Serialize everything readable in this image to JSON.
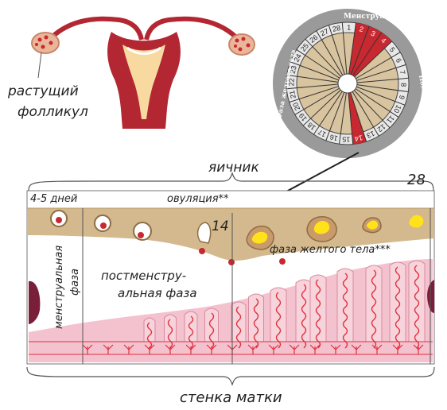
{
  "labels": {
    "follicle": [
      "растущий",
      "фолликул"
    ],
    "ovary": "яичник",
    "cycle_day": "28",
    "days": "4-5 дней",
    "ovulation": "овуляция**",
    "ovulation_day": "14",
    "corpus_luteum_phase": "фаза желтого тела***",
    "postmenstrual": [
      "постменстру-",
      "альная фаза"
    ],
    "menstrual": [
      "менструальная",
      "фаза"
    ],
    "uterine_wall": "стенка матки"
  },
  "dial": {
    "numbers": [
      "1",
      "2",
      "3",
      "4",
      "5",
      "6",
      "7",
      "8",
      "9",
      "10",
      "11",
      "12",
      "13",
      "14",
      "15",
      "16",
      "17",
      "18",
      "19",
      "20",
      "21",
      "22",
      "23",
      "24",
      "25",
      "26",
      "27",
      "28"
    ],
    "phase_menstrual": "Менструальная фаза",
    "phase_postmenstrual": "Постменструальная фаза",
    "phase_luteal": "Фаза желтого тела",
    "red_days": [
      2,
      3,
      4,
      14
    ]
  },
  "colors": {
    "uterus": "#b32732",
    "ovary": "#d3b98d",
    "endometrium": "#f4c2cf",
    "vessel": "#e0303b",
    "dial_tan": "#d9c4a0",
    "dial_red": "#c8282f",
    "dial_gray": "#8a8a8a",
    "yellow_body": "#ffe21a"
  }
}
